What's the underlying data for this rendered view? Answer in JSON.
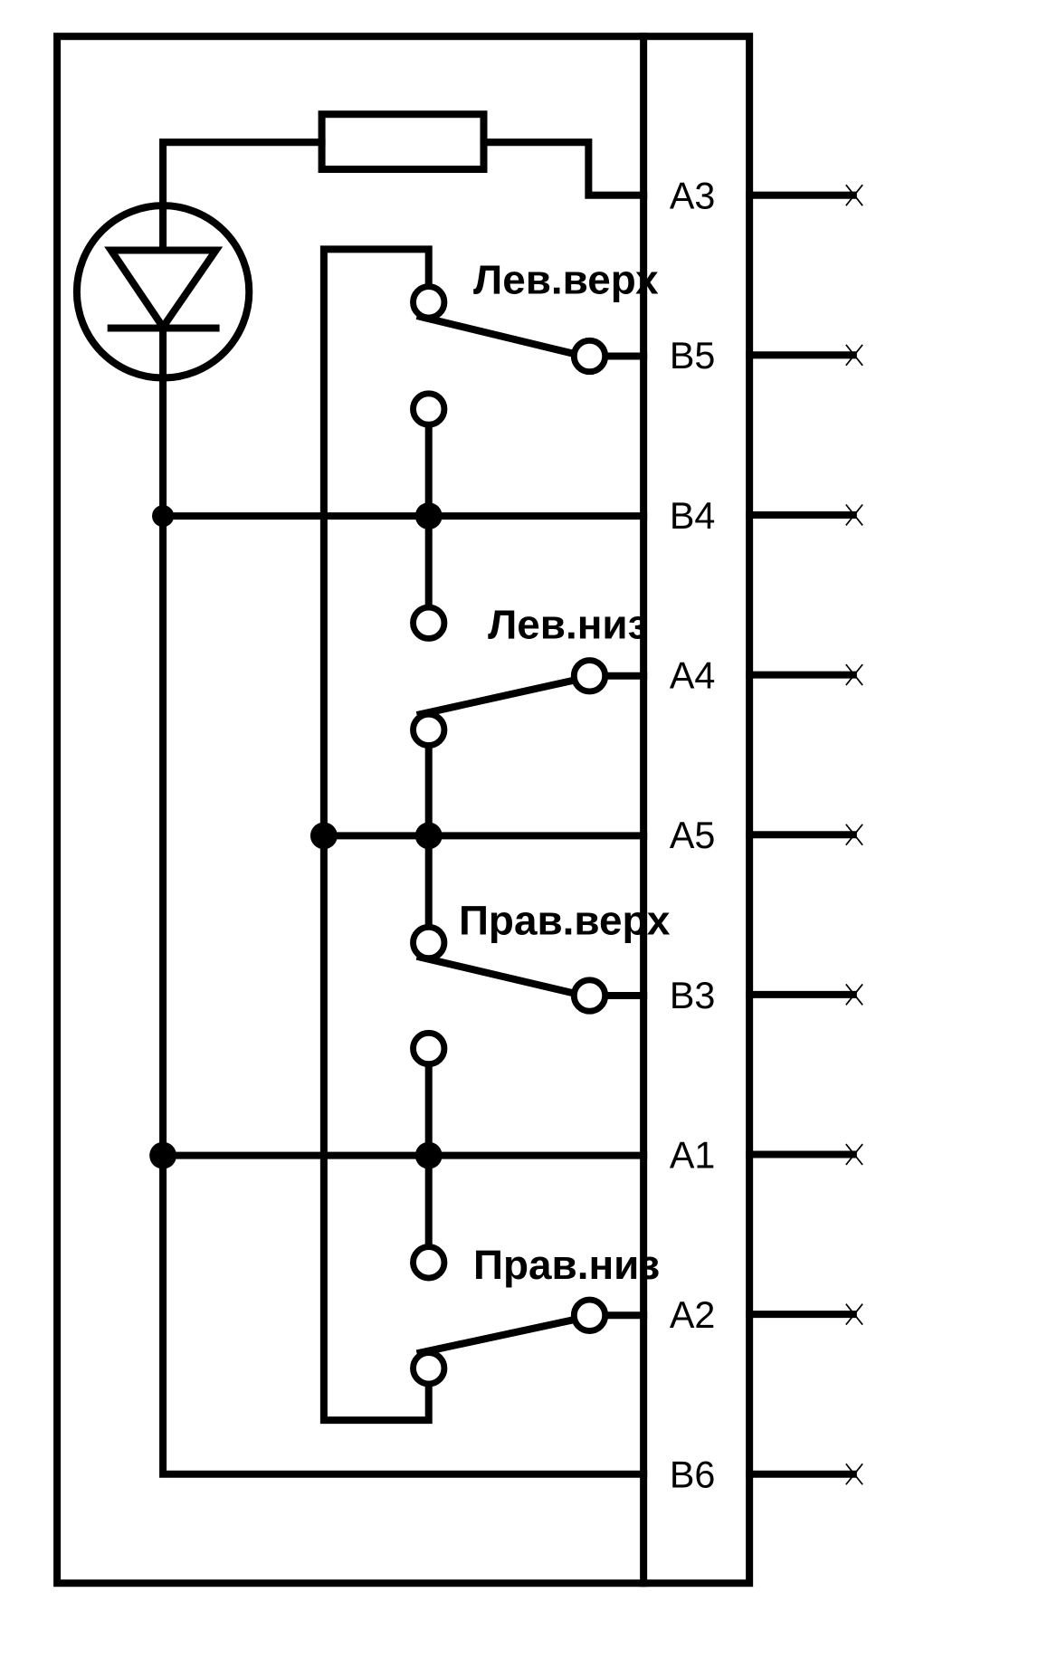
{
  "pins": [
    "A3",
    "B5",
    "B4",
    "A4",
    "A5",
    "B3",
    "A1",
    "A2",
    "B6"
  ],
  "switches": [
    "Лев.верх",
    "Лев.низ",
    "Прав.верх",
    "Прав.низ"
  ]
}
